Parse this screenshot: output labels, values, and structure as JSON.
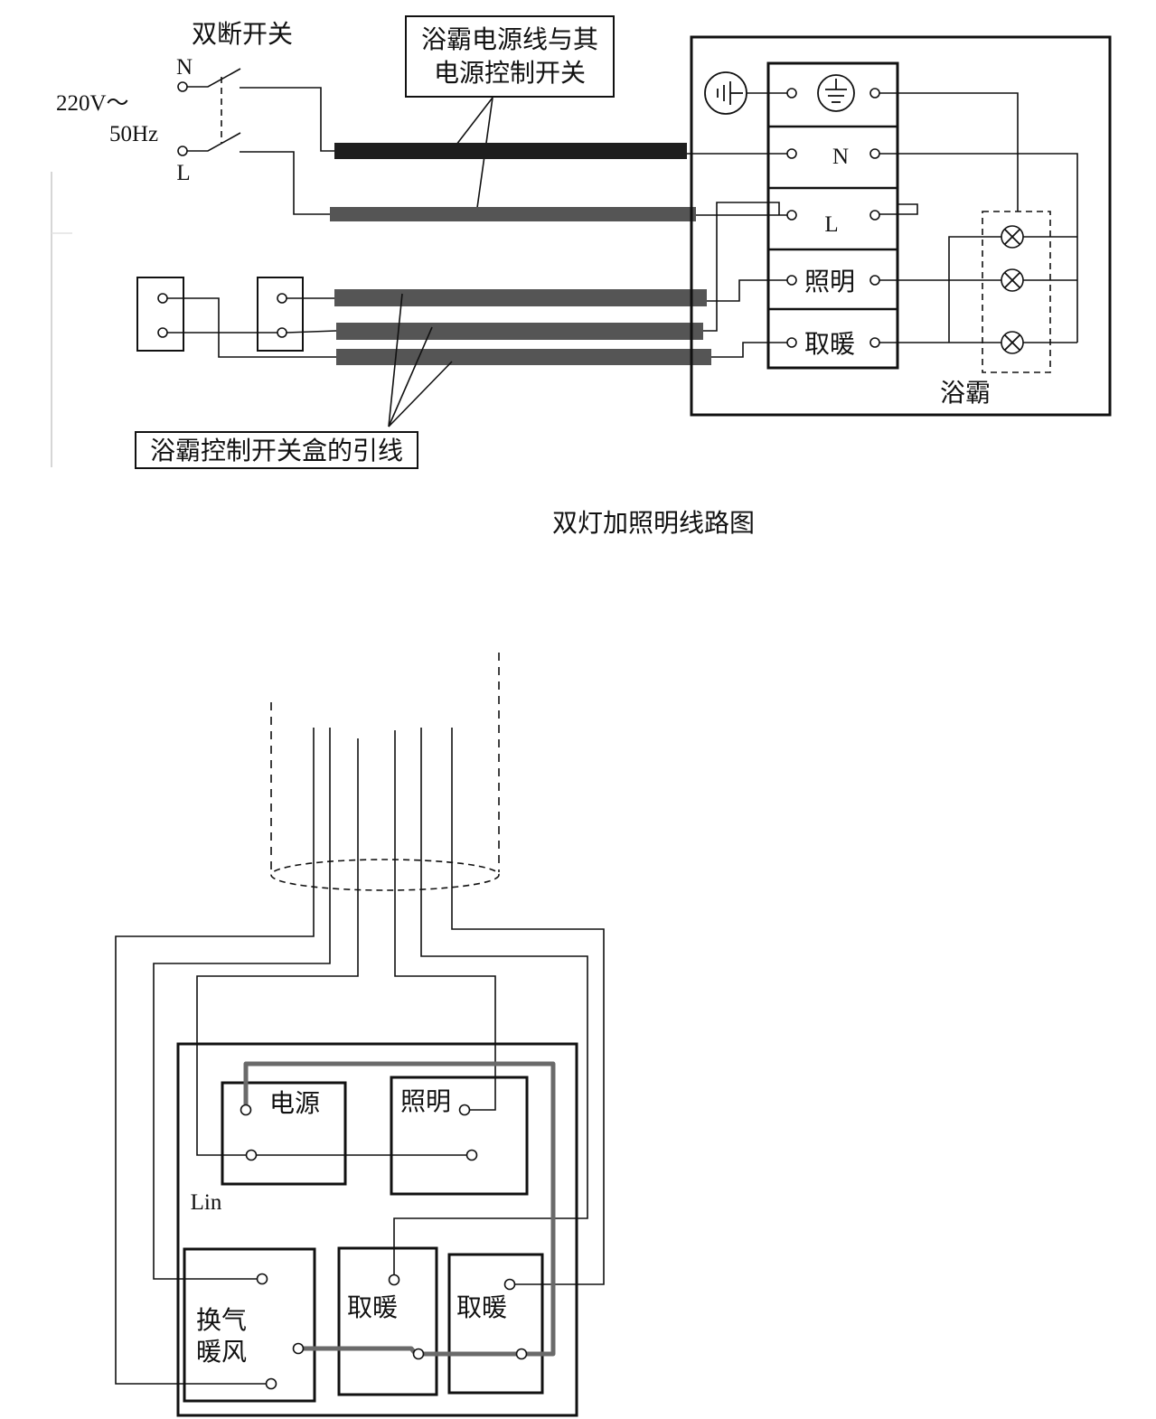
{
  "top_diagram": {
    "switch_title": "双断开关",
    "neutral_label": "N",
    "live_label": "L",
    "voltage": "220V～",
    "frequency": "50Hz",
    "power_cable_label": [
      "浴霸电源线与其",
      "电源控制开关"
    ],
    "terminal_labels": {
      "neutral": "N",
      "live": "L",
      "lighting": "照明",
      "heating": "取暖"
    },
    "heater_label": "浴霸",
    "control_leads_label": "浴霸控制开关盒的引线"
  },
  "caption": "双灯加照明线路图",
  "bottom_diagram": {
    "power_switch": "电源",
    "lighting_switch": "照明",
    "line_in_label": "Lin",
    "ventilation_switch": [
      "换气",
      "暖风"
    ],
    "heating_switch_1": "取暖",
    "heating_switch_2": "取暖"
  },
  "colors": {
    "line": "#111111",
    "power_lead_black": "#1e1e1e",
    "lead_gray": "#555555",
    "jumper_gray": "#6a6a6a"
  }
}
